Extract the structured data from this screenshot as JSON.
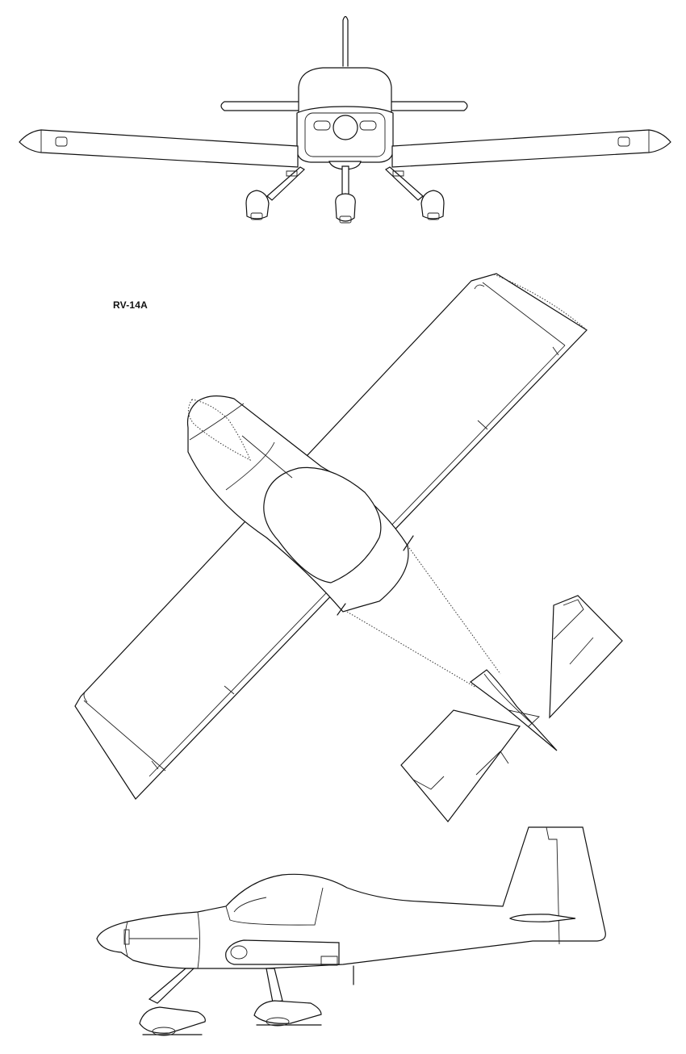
{
  "model_label": "RV-14A",
  "views": [
    {
      "name": "front-view"
    },
    {
      "name": "top-view"
    },
    {
      "name": "side-view"
    }
  ]
}
